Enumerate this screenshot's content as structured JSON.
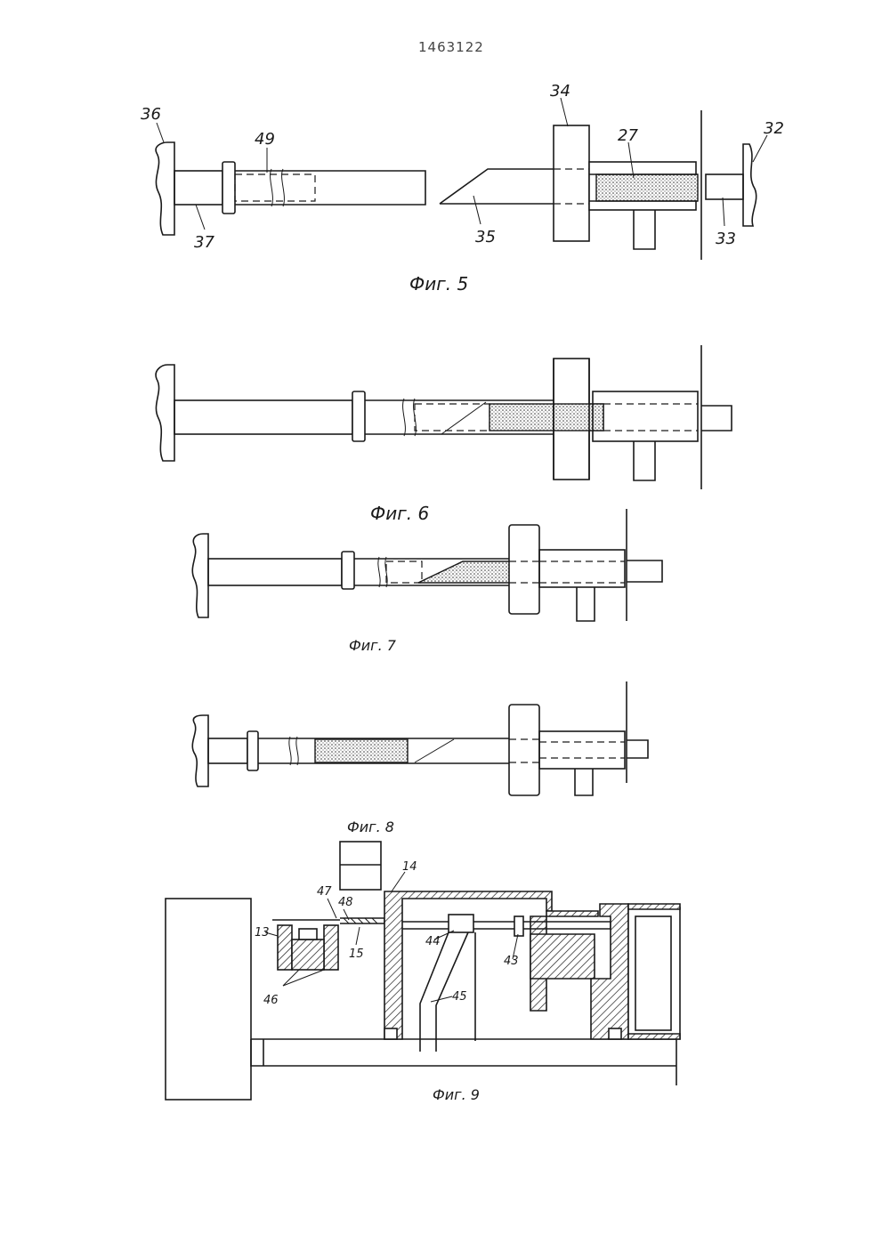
{
  "patent_number": "1463122",
  "figures": [
    {
      "caption": "Фиг. 5",
      "labels": [
        "36",
        "49",
        "37",
        "35",
        "34",
        "27",
        "32",
        "33"
      ]
    },
    {
      "caption": "Фиг. 6"
    },
    {
      "caption": "Фиг. 7"
    },
    {
      "caption": "Фиг. 8"
    },
    {
      "caption": "Фиг. 9",
      "labels": [
        "14",
        "47",
        "48",
        "13",
        "15",
        "44",
        "43",
        "45",
        "46"
      ]
    }
  ]
}
